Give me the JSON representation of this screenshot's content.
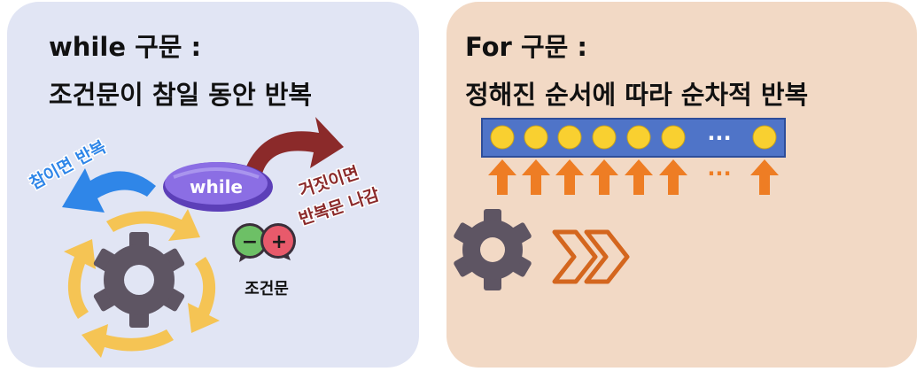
{
  "while_panel": {
    "title": "while 구문 :",
    "subtitle": "조건문이 참일 동안 반복",
    "true_label": "참이면 반복",
    "false_label_line1": "거짓이면",
    "false_label_line2": "반복문 나감",
    "pill_label": "while",
    "condition_label": "조건문",
    "bubble_minus": "−",
    "bubble_plus": "+"
  },
  "for_panel": {
    "title": "For 구문 :",
    "subtitle": "정해진 순서에 따라 순차적 반복",
    "box_ellipsis": "···",
    "arrow_ellipsis": "···"
  },
  "colors": {
    "while_bg": "#e1e5f4",
    "for_bg": "#f2d9c5",
    "pill": "#7b5fd6",
    "blue_arrow": "#2f86e8",
    "red_arrow": "#8b2a2a",
    "sequence_box": "#4f74c8",
    "dot": "#f9d030",
    "orange_arrow": "#ee7d24",
    "gear": "#5e5563",
    "cycle_arrow": "#f5c454"
  }
}
